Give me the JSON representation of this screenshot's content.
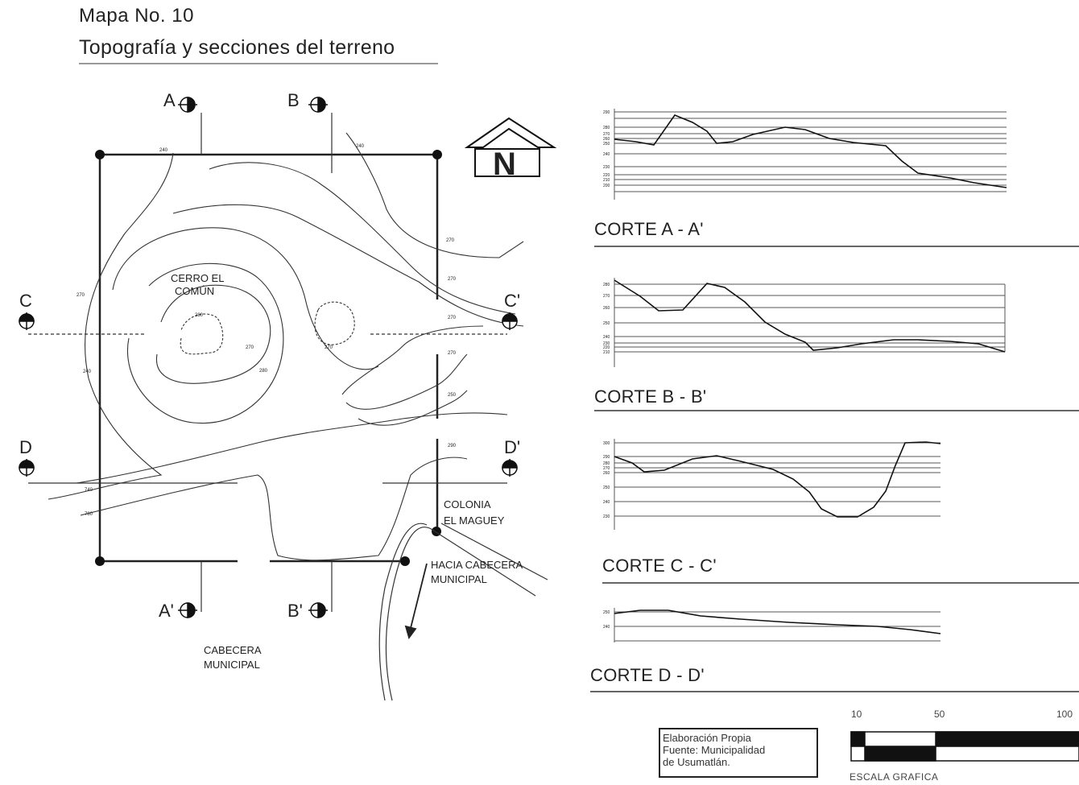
{
  "header": {
    "map_number": "Mapa No. 10",
    "title": "Topografía y secciones del terreno"
  },
  "map": {
    "place_labels": {
      "cerro_line1": "CERRO EL",
      "cerro_line2": "COMÚN",
      "colonia_line1": "COLONIA",
      "colonia_line2": "EL MAGUEY",
      "hacia_line1": "HACIA CABECERA",
      "hacia_line2": "MUNICIPAL",
      "cabecera_line1": "CABECERA",
      "cabecera_line2": "MUNICIPAL"
    },
    "section_markers": [
      "A",
      "B",
      "A'",
      "B'",
      "C",
      "C'",
      "D",
      "D'"
    ],
    "north_symbol": "N"
  },
  "sections": [
    {
      "label": "CORTE A - A'"
    },
    {
      "label": "CORTE B - B'"
    },
    {
      "label": "CORTE C - C'"
    },
    {
      "label": "CORTE D - D'"
    }
  ],
  "credits": {
    "line1": "Elaboración Propia",
    "line2": "Fuente: Municipalidad",
    "line3": "de Usumatlán."
  },
  "scale": {
    "ticks": [
      "10",
      "50",
      "100"
    ],
    "title": "ESCALA GRAFICA"
  },
  "colors": {
    "ink": "#222222",
    "contour": "#333333",
    "grid": "#555555"
  }
}
